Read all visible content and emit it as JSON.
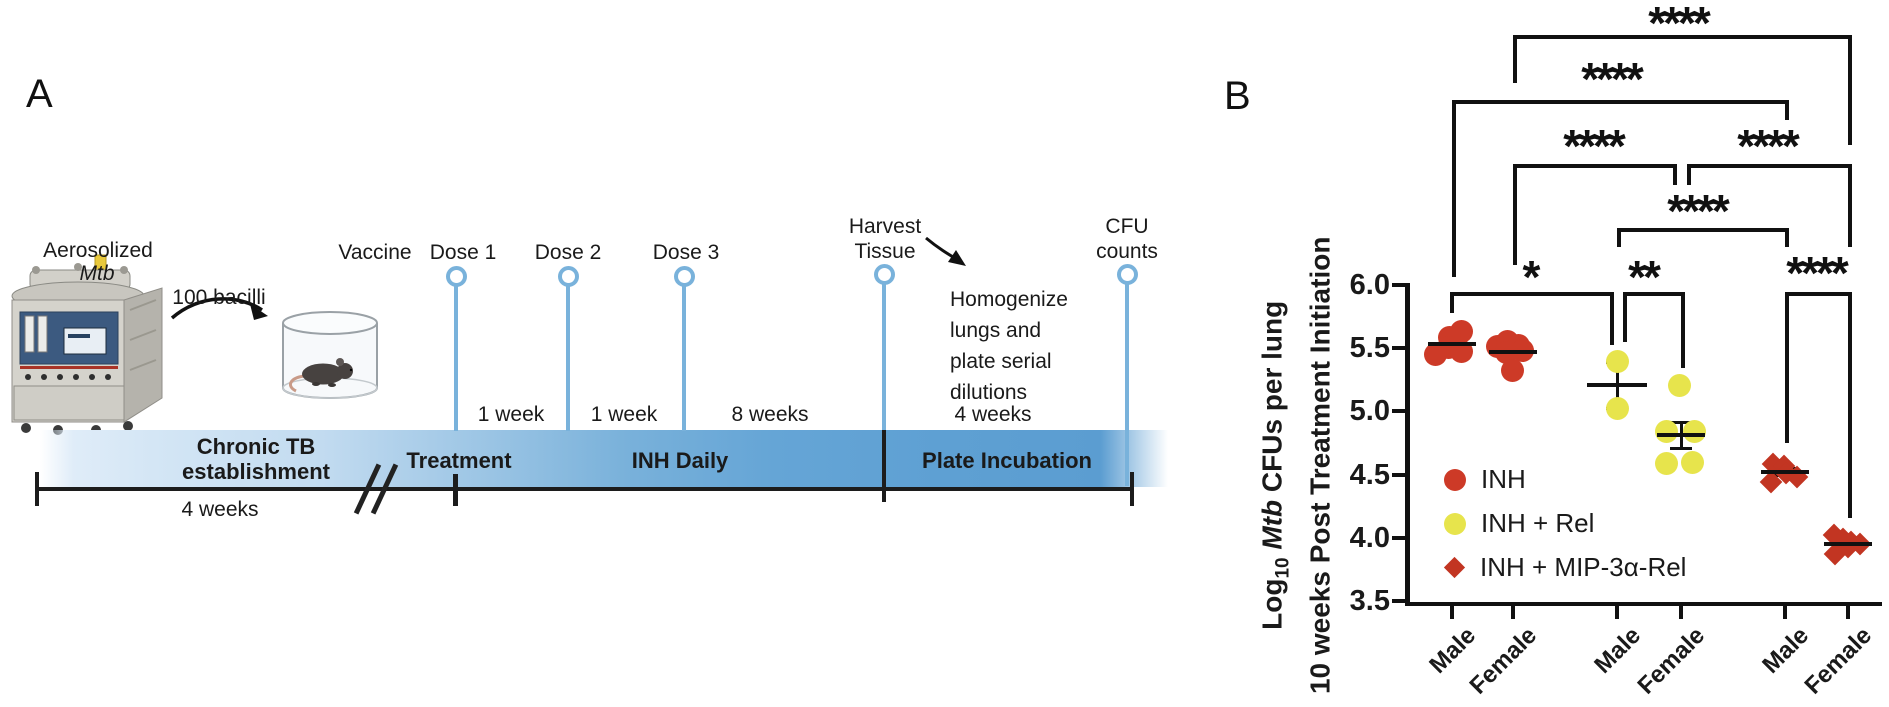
{
  "figure": {
    "panel_a_letter": "A",
    "panel_b_letter": "B"
  },
  "panel_a": {
    "aerosolized": "Aerosolized",
    "mtb": "Mtb",
    "bacilli": "100 bacilli",
    "vaccine": "Vaccine",
    "dose1": "Dose 1",
    "dose2": "Dose 2",
    "dose3": "Dose 3",
    "week_gap1": "1 week",
    "week_gap2": "1 week",
    "week_gap3": "8 weeks",
    "week_gap4": "4 weeks",
    "harvest_line1": "Harvest",
    "harvest_line2": "Tissue",
    "cfu_line1": "CFU",
    "cfu_line2": "counts",
    "homogenize_lines": [
      "Homogenize",
      "lungs and",
      "plate serial",
      "dilutions"
    ],
    "bar_chronic_line1": "Chronic TB",
    "bar_chronic_line2": "establishment",
    "bar_treatment": "Treatment",
    "bar_inh_daily": "INH Daily",
    "bar_plate_incubation": "Plate Incubation",
    "establishment_weeks": "4 weeks"
  },
  "chart_data": {
    "type": "scatter",
    "ylabel_parts": {
      "pre": "Log",
      "sub": "10",
      "italic": " Mtb ",
      "rest": "CFUs per lung"
    },
    "ylabel_line2": "10 weeks Post Treatment Initiation",
    "ylim": [
      3.5,
      6.0
    ],
    "grid": false,
    "legend_position": "inside-left",
    "yticks": [
      {
        "v": 6.0,
        "label": "6.0"
      },
      {
        "v": 5.5,
        "label": "5.5"
      },
      {
        "v": 5.0,
        "label": "5.0"
      },
      {
        "v": 4.5,
        "label": "4.5"
      },
      {
        "v": 4.0,
        "label": "4.0"
      },
      {
        "v": 3.5,
        "label": "3.5"
      }
    ],
    "groups": [
      {
        "sex": "Male",
        "treatment": "INH",
        "marker": "circle",
        "color": "#cd3a27",
        "x": 1452,
        "mean": 5.53,
        "err_lo": 5.5,
        "err_hi": 5.56,
        "mean_w": 48,
        "points": [
          {
            "dx": 10,
            "v": 5.63
          },
          {
            "dx": -2,
            "v": 5.58
          },
          {
            "dx": -3,
            "v": 5.5
          },
          {
            "dx": 10,
            "v": 5.47
          },
          {
            "dx": -16,
            "v": 5.45
          }
        ]
      },
      {
        "sex": "Female",
        "treatment": "INH",
        "marker": "circle",
        "color": "#cd3a27",
        "x": 1513,
        "mean": 5.47,
        "err_lo": 5.44,
        "err_hi": 5.5,
        "mean_w": 48,
        "points": [
          {
            "dx": -15,
            "v": 5.51
          },
          {
            "dx": -5,
            "v": 5.55
          },
          {
            "dx": 6,
            "v": 5.52
          },
          {
            "dx": 10,
            "v": 5.48
          },
          {
            "dx": -6,
            "v": 5.46
          },
          {
            "dx": 0,
            "v": 5.32
          }
        ]
      },
      {
        "sex": "Male",
        "treatment": "INH + Rel",
        "marker": "circle",
        "color": "#e7e44c",
        "x": 1617,
        "mean": 5.21,
        "err_lo": 5.02,
        "err_hi": 5.39,
        "mean_w": 60,
        "points": [
          {
            "dx": 1,
            "v": 5.39
          },
          {
            "dx": 1,
            "v": 5.02
          }
        ]
      },
      {
        "sex": "Female",
        "treatment": "INH + Rel",
        "marker": "circle",
        "color": "#e7e44c",
        "x": 1681,
        "mean": 4.81,
        "err_lo": 4.7,
        "err_hi": 4.92,
        "mean_w": 48,
        "points": [
          {
            "dx": -1,
            "v": 5.2
          },
          {
            "dx": -14,
            "v": 4.84
          },
          {
            "dx": 14,
            "v": 4.84
          },
          {
            "dx": -14,
            "v": 4.58
          },
          {
            "dx": 12,
            "v": 4.59
          }
        ]
      },
      {
        "sex": "Male",
        "treatment": "INH + MIP-3α-Rel",
        "marker": "diamond",
        "color": "#c23522",
        "x": 1785,
        "mean": 4.52,
        "err_lo": 4.49,
        "err_hi": 4.55,
        "mean_w": 48,
        "points": [
          {
            "dx": -12,
            "v": 4.58
          },
          {
            "dx": -1,
            "v": 4.57
          },
          {
            "dx": 12,
            "v": 4.48
          },
          {
            "dx": -14,
            "v": 4.44
          },
          {
            "dx": 1,
            "v": 4.51
          }
        ]
      },
      {
        "sex": "Female",
        "treatment": "INH + MIP-3α-Rel",
        "marker": "diamond",
        "color": "#c23522",
        "x": 1848,
        "mean": 3.95,
        "err_lo": 3.92,
        "err_hi": 3.98,
        "mean_w": 48,
        "points": [
          {
            "dx": -14,
            "v": 4.02
          },
          {
            "dx": -5,
            "v": 3.99
          },
          {
            "dx": 3,
            "v": 3.97
          },
          {
            "dx": 12,
            "v": 3.95
          },
          {
            "dx": -13,
            "v": 3.87
          },
          {
            "dx": 0,
            "v": 3.93
          }
        ]
      }
    ],
    "x_tick_labels": [
      "Male",
      "Female",
      "Male",
      "Female",
      "Male",
      "Female"
    ],
    "brackets": [
      {
        "x1": 1513,
        "x2": 1848,
        "y": 35,
        "leg1": 83,
        "leg2": 145,
        "stars": "****",
        "sx": 1678,
        "star_top": 0
      },
      {
        "x1": 1452,
        "x2": 1785,
        "y": 100,
        "leg1": 277,
        "leg2": 120,
        "stars": "****",
        "sx": 1611,
        "star_top": 56
      },
      {
        "x1": 1513,
        "x2": 1673,
        "y": 164,
        "leg1": 265,
        "leg2": 185,
        "stars": "****",
        "sx": 1593,
        "star_top": 123
      },
      {
        "x1": 1687,
        "x2": 1848,
        "y": 164,
        "leg1": 185,
        "leg2": 247,
        "stars": "****",
        "sx": 1767,
        "star_top": 123
      },
      {
        "x1": 1617,
        "x2": 1785,
        "y": 228,
        "leg1": 247,
        "leg2": 247,
        "stars": "****",
        "sx": 1697,
        "star_top": 188
      },
      {
        "x1": 1450,
        "x2": 1610,
        "y": 292,
        "leg1": 313,
        "leg2": 345,
        "stars": "*",
        "sx": 1530,
        "star_top": 254
      },
      {
        "x1": 1623,
        "x2": 1681,
        "y": 292,
        "leg1": 342,
        "leg2": 368,
        "stars": "**",
        "sx": 1643,
        "star_top": 254
      },
      {
        "x1": 1785,
        "x2": 1848,
        "y": 292,
        "leg1": 443,
        "leg2": 518,
        "stars": "****",
        "sx": 1816,
        "star_top": 250
      }
    ],
    "legend": [
      {
        "label": "INH",
        "marker": "circle",
        "color": "#cd3a27"
      },
      {
        "label": "INH + Rel",
        "marker": "circle",
        "color": "#e7e44c"
      },
      {
        "label": "INH + MIP-3α-Rel",
        "marker": "diamond",
        "color": "#c23522"
      }
    ],
    "colors": {
      "axis": "#111111",
      "blue_pin": "#79b2db"
    }
  }
}
